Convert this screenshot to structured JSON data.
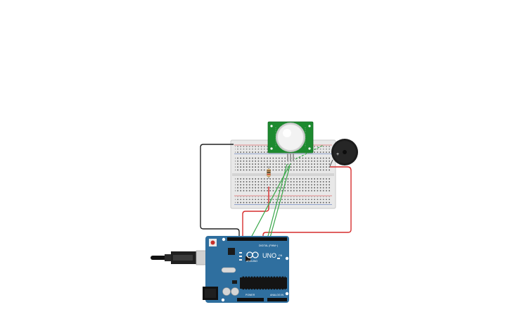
{
  "scene": {
    "components": [
      {
        "id": "breadboard",
        "icon": "breadboard-icon"
      },
      {
        "id": "pir-sensor",
        "icon": "pir-motion-sensor-icon"
      },
      {
        "id": "piezo-buzzer",
        "icon": "buzzer-icon"
      },
      {
        "id": "resistor",
        "icon": "resistor-icon"
      },
      {
        "id": "usb-cable",
        "icon": "usb-plug-icon"
      },
      {
        "id": "arduino-uno",
        "icon": "arduino-board-icon"
      }
    ],
    "colors": {
      "wire_black": "#222222",
      "wire_red": "#d62d2d",
      "wire_green": "#3aa84a",
      "board_blue": "#2f6f9f",
      "pir_green": "#1d8a2f",
      "breadboard": "#e6e6e6"
    }
  },
  "arduino": {
    "brand": "ARDUINO",
    "model": "UNO",
    "digital_label": "DIGITAL (PWM~)",
    "power_label": "POWER",
    "analog_label": "ANALOG IN",
    "on_label": "ON"
  }
}
